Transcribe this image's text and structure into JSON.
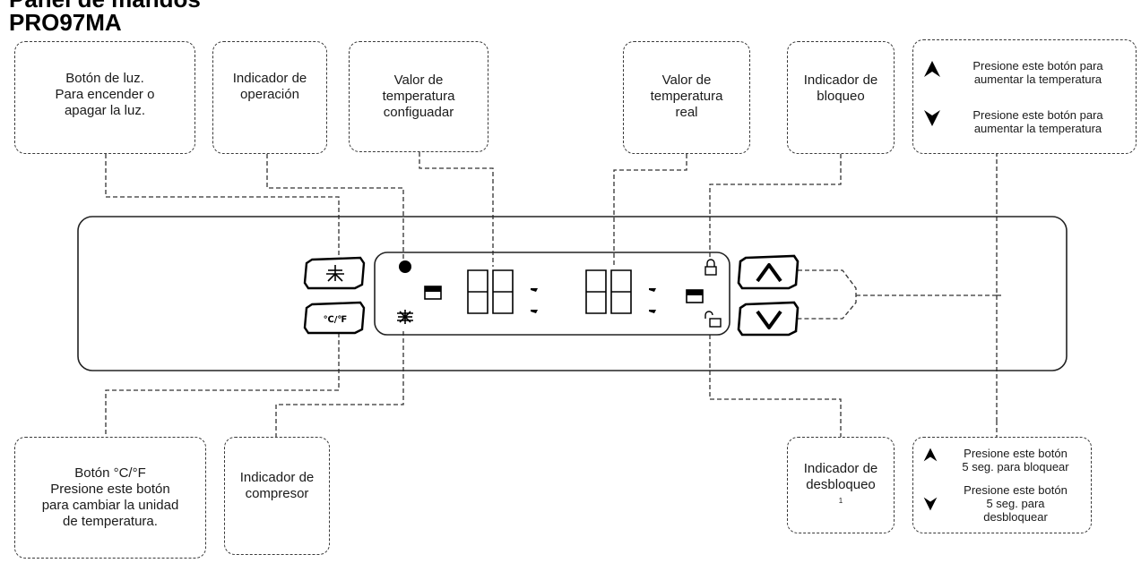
{
  "header": {
    "title_cut": "Panel de mandos",
    "model": "PRO97MA"
  },
  "callouts": {
    "light_button": [
      "Botón de luz.",
      "Para encender o",
      "apagar la luz."
    ],
    "operation_indicator": [
      "Indicador de",
      "operación"
    ],
    "set_temp": [
      "Valor de",
      "temperatura",
      "configuadar"
    ],
    "real_temp": [
      "Valor de",
      "temperatura",
      "real"
    ],
    "lock_indicator": [
      "Indicador de",
      "bloqueo"
    ],
    "temp_up": [
      "Presione este botón para",
      "aumentar la temperatura"
    ],
    "temp_down": [
      "Presione este botón para",
      "aumentar la temperatura"
    ],
    "unit_button": [
      "Botón °C/°F",
      "Presione este botón",
      "para cambiar la unidad",
      "de temperatura."
    ],
    "compressor_indicator": [
      "Indicador de",
      "compresor"
    ],
    "unlock_indicator": [
      "Indicador de",
      "desbloqueo"
    ],
    "unlock_footnote": "1",
    "lock_up": [
      "Presione este botón",
      "5 seg. para bloquear"
    ],
    "unlock_down": [
      "Presione este botón",
      "5 seg. para",
      "desbloquear"
    ]
  },
  "panel": {
    "unit_button_label": "℃/℉",
    "display_set_digits": "88",
    "display_real_digits": "88"
  },
  "icons": {
    "light_button": "light-fan-icon",
    "unit_button": "celsius-fahrenheit-icon",
    "up_button": "arrow-up-icon",
    "down_button": "arrow-down-icon",
    "operation": "filled-dot-icon",
    "compressor": "snowflake-icon",
    "lock": "lock-closed-icon",
    "unlock": "lock-open-icon"
  }
}
